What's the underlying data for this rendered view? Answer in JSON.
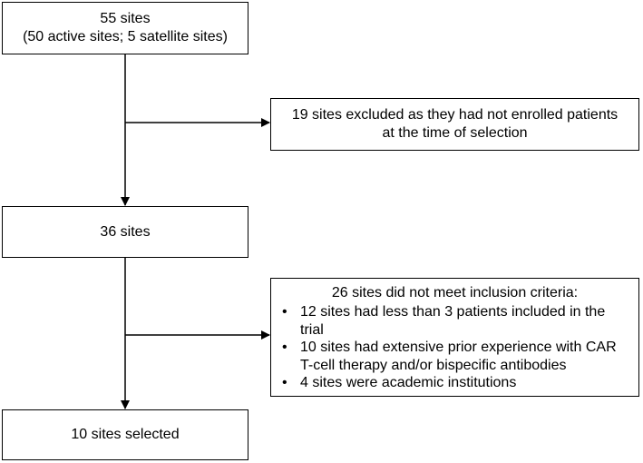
{
  "diagram": {
    "top_box": {
      "line1": "55 sites",
      "line2": "(50 active sites; 5 satellite sites)"
    },
    "exclusion_1": {
      "line1": "19 sites excluded as they had not enrolled patients",
      "line2": "at the time of selection"
    },
    "middle_box": {
      "text": "36 sites"
    },
    "exclusion_2": {
      "title": "26 sites did not meet inclusion criteria:",
      "items": [
        "12 sites had less than 3 patients included in the trial",
        "10 sites had extensive prior experience with CAR T-cell therapy and/or bispecific antibodies",
        "4 sites were academic institutions"
      ]
    },
    "bottom_box": {
      "text": "10 sites selected"
    }
  }
}
